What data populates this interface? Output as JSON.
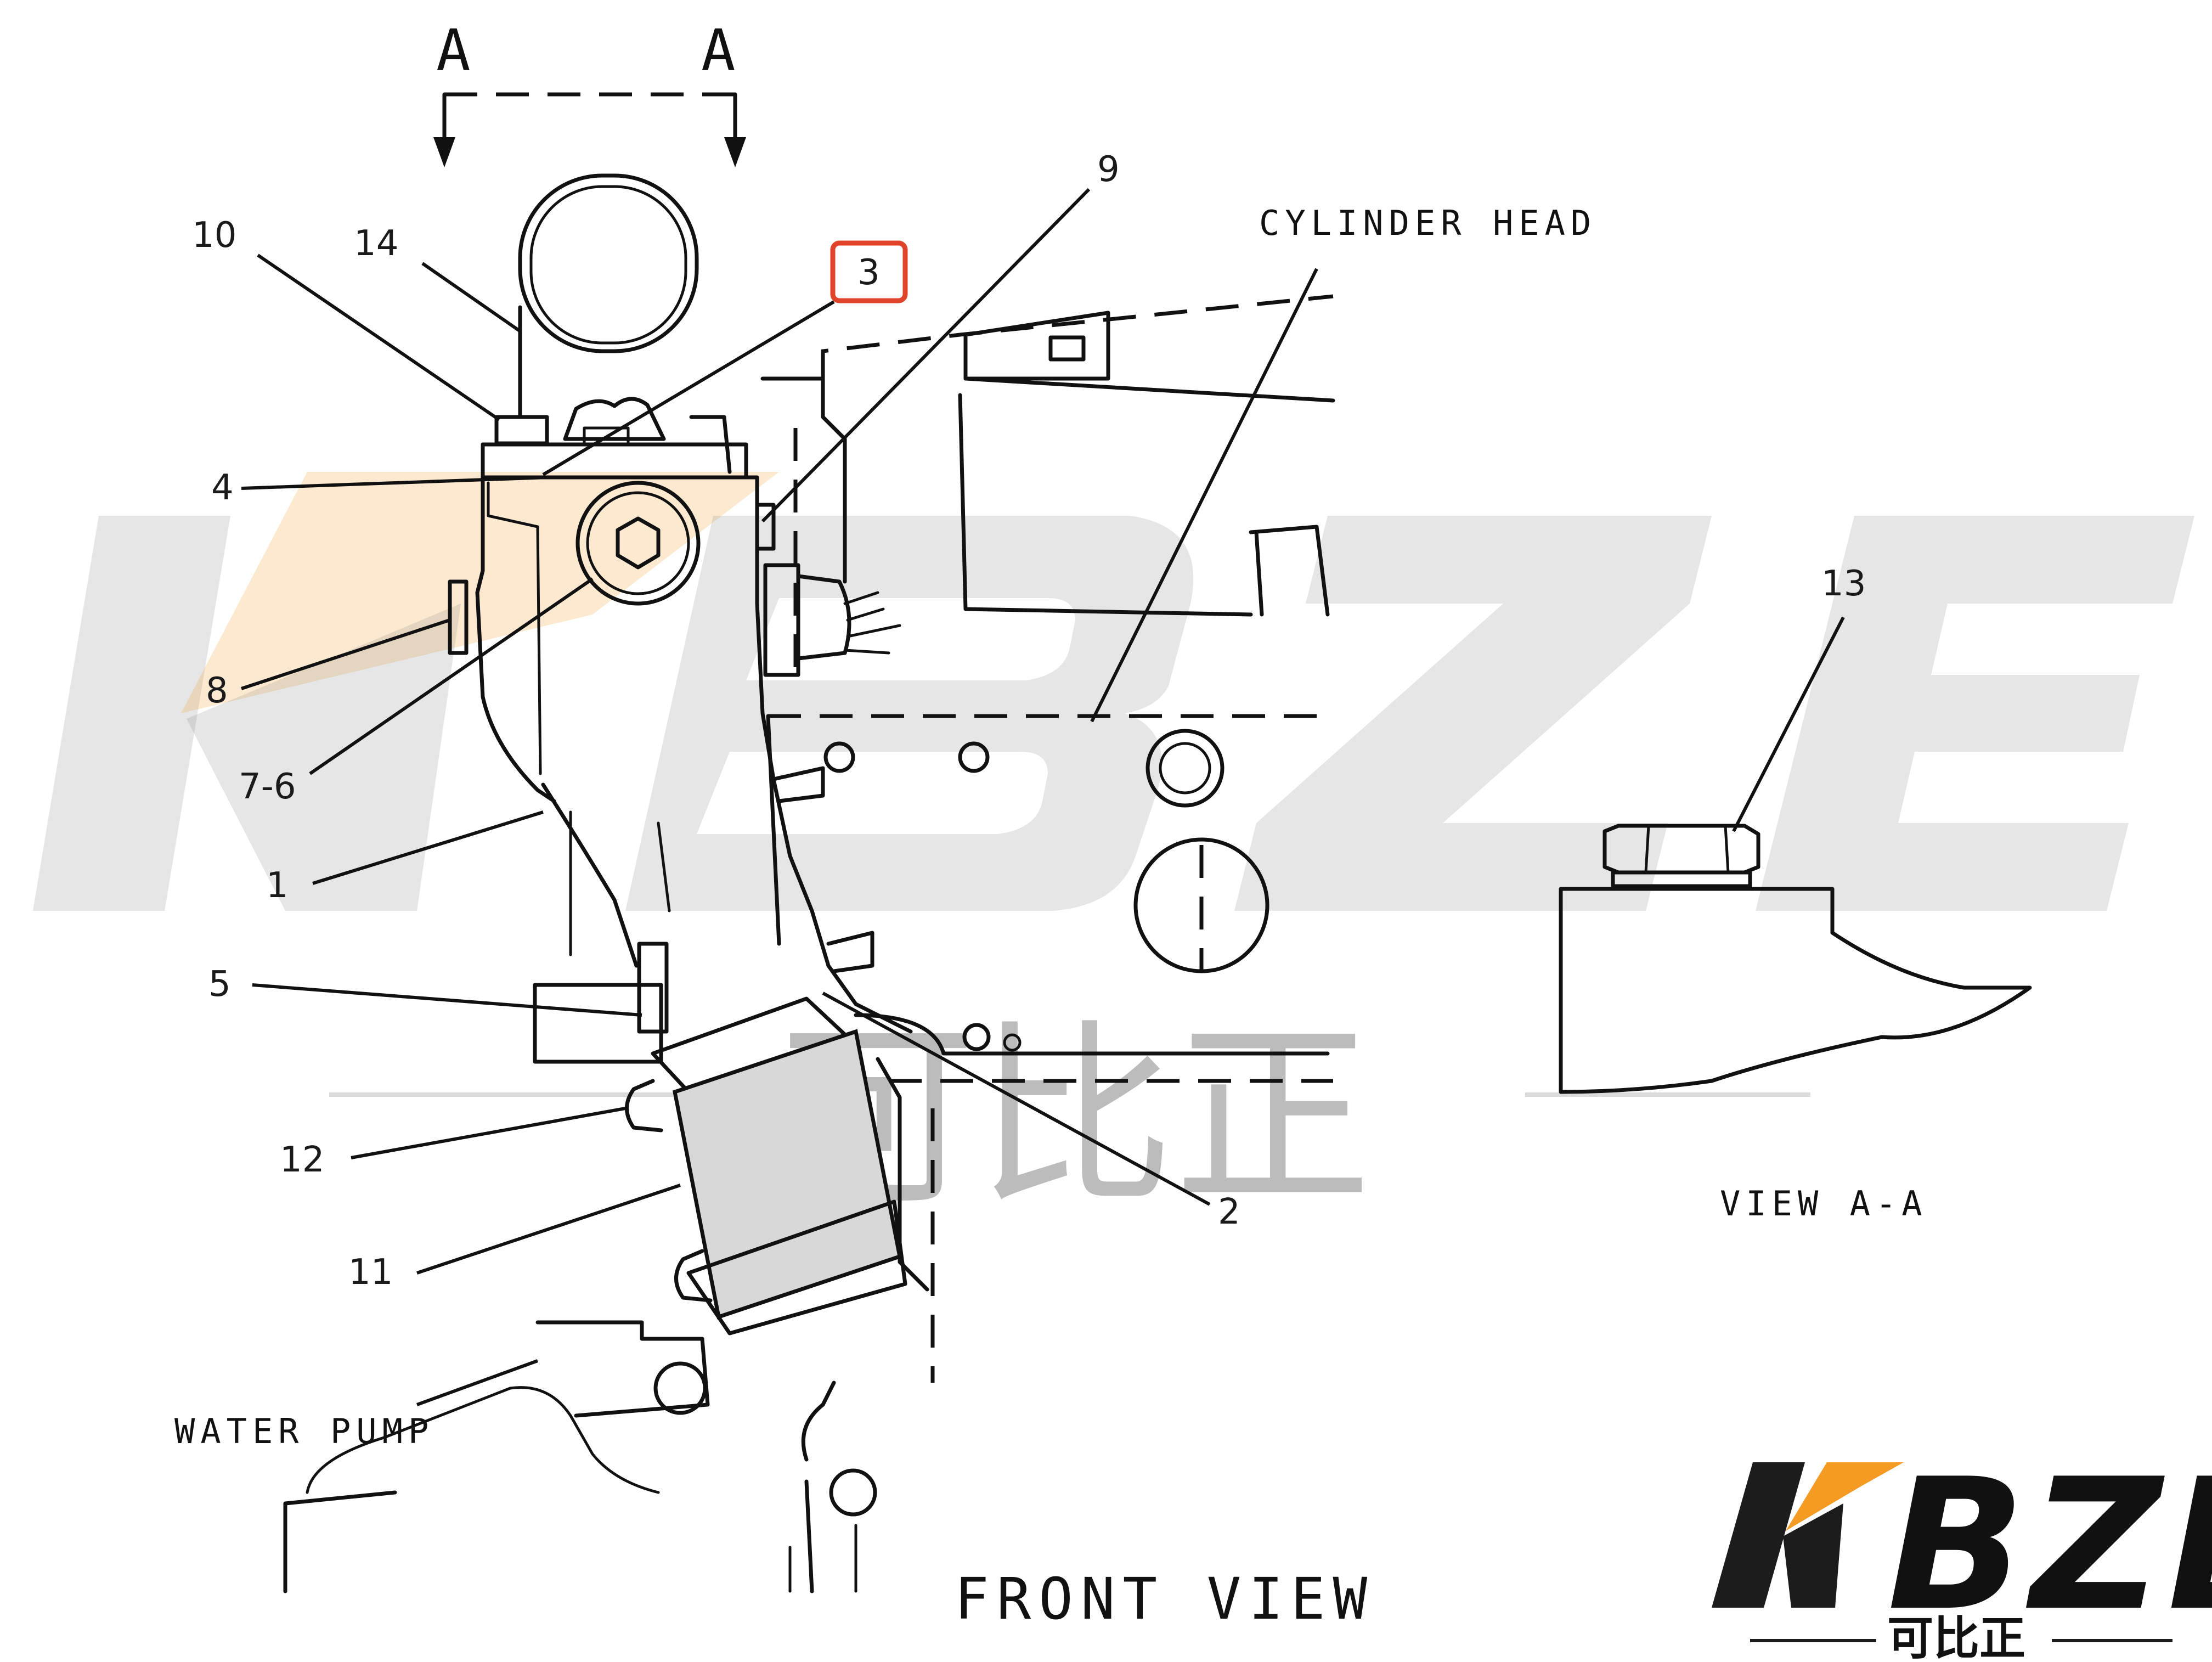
{
  "section_marker": {
    "left": "A",
    "right": "A"
  },
  "labels": {
    "cylinder_head": "CYLINDER HEAD",
    "water_pump": "WATER PUMP",
    "front_view": "FRONT VIEW",
    "view_a_a": "VIEW A-A"
  },
  "callouts": [
    {
      "id": "10",
      "text": "10"
    },
    {
      "id": "14",
      "text": "14"
    },
    {
      "id": "3",
      "text": "3",
      "highlighted": true
    },
    {
      "id": "9",
      "text": "9"
    },
    {
      "id": "4",
      "text": "4"
    },
    {
      "id": "8",
      "text": "8"
    },
    {
      "id": "7-6",
      "text": "7-6"
    },
    {
      "id": "1",
      "text": "1"
    },
    {
      "id": "5",
      "text": "5"
    },
    {
      "id": "12",
      "text": "12"
    },
    {
      "id": "11",
      "text": "11"
    },
    {
      "id": "2",
      "text": "2"
    },
    {
      "id": "13",
      "text": "13"
    }
  ],
  "watermark": {
    "text": "KBZE",
    "chinese": "可比正"
  },
  "logo": {
    "text": "KBZE",
    "subtitle": "可比正"
  },
  "colors": {
    "highlight_box": "#e0452c",
    "logo_accent": "#f59a23",
    "logo_dark": "#1c1c1c",
    "watermark": "#8c8c8c",
    "line": "#111111"
  }
}
